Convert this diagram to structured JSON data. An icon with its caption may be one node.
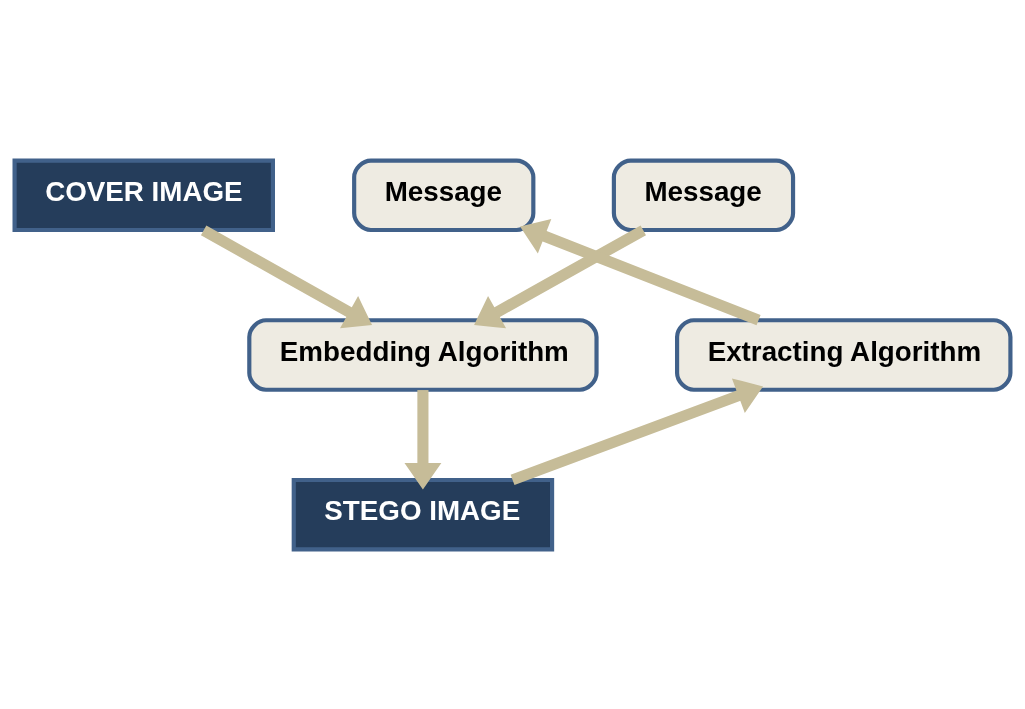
{
  "diagram": {
    "nodes": [
      {
        "text": [
          "COVER IMAGE"
        ]
      },
      {
        "text": [
          "Message"
        ]
      },
      {
        "text": [
          "Message"
        ]
      },
      {
        "text": [
          "Embedding Algorithm"
        ]
      },
      {
        "text": [
          "Extracting Algorithm"
        ]
      },
      {
        "text": [
          "STEGO IMAGE"
        ]
      }
    ],
    "edges": [
      {
        "from": 0,
        "to": 3,
        "arrow": "to"
      },
      {
        "from": 1,
        "to": 3,
        "arrow": "to"
      },
      {
        "from": 3,
        "to": 5,
        "arrow": "to"
      },
      {
        "from": 5,
        "to": 4,
        "arrow": "to"
      },
      {
        "from": 4,
        "to": 2,
        "arrow": "to"
      }
    ]
  }
}
